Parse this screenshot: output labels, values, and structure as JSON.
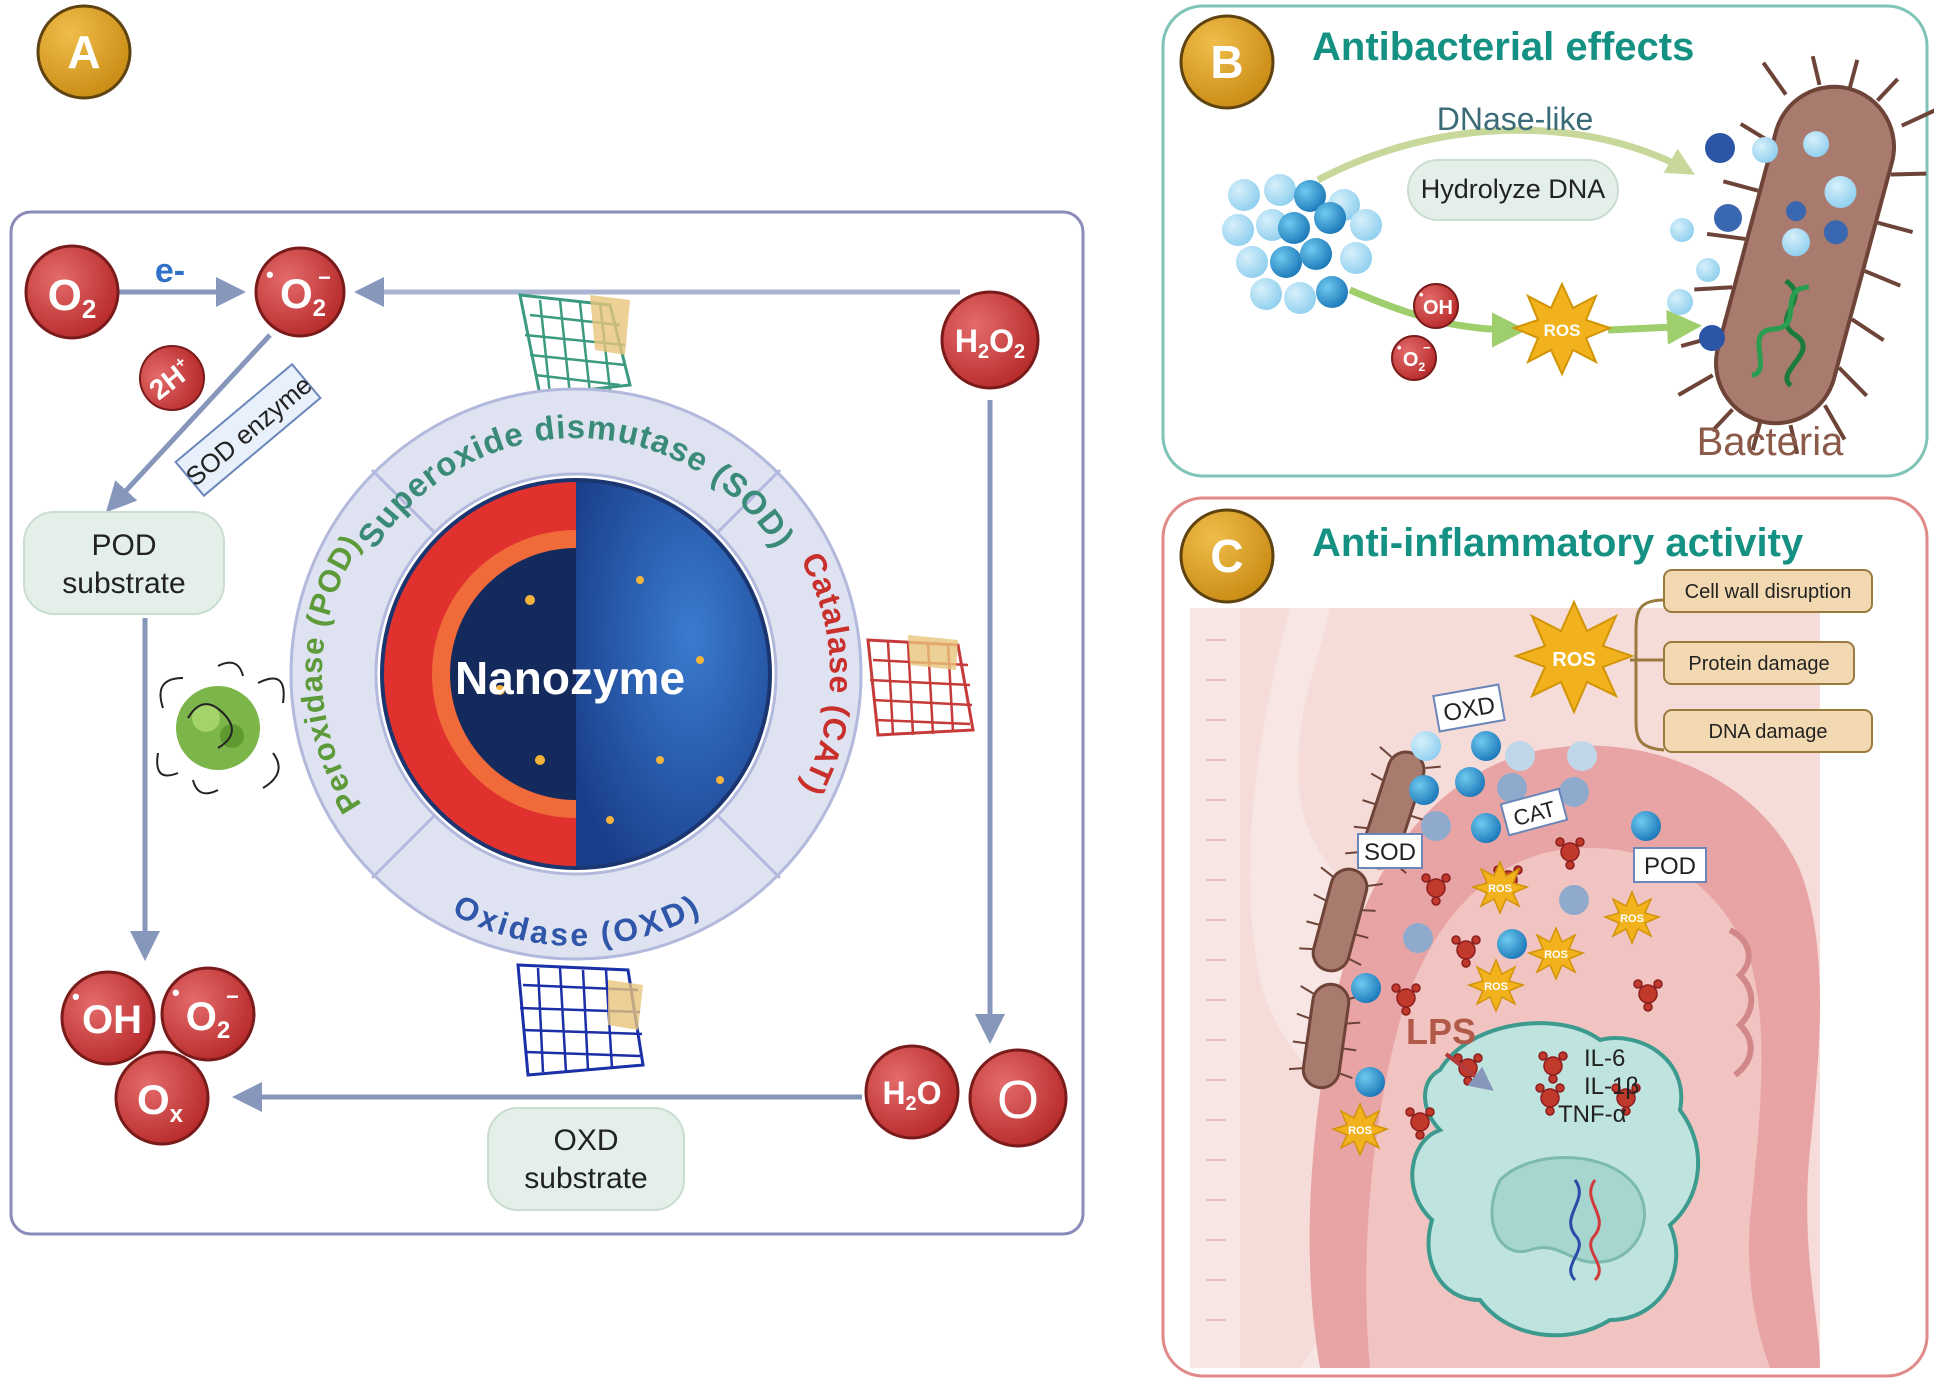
{
  "panel_a": {
    "letter": "A",
    "o2": "O",
    "o2_sub": "2",
    "e_minus": "e-",
    "superoxide": "O",
    "superoxide_sub": "2",
    "superoxide_sup": "−",
    "dot": "•",
    "h2o2_h": "H",
    "h2o2_2a": "2",
    "h2o2_o": "O",
    "h2o2_2b": "2",
    "two_h_plus": "2H",
    "two_h_plus_sup": "+",
    "sod_enzyme_label": "SOD enzyme",
    "pod_substrate_line1": "POD",
    "pod_substrate_line2": "substrate",
    "oh_label": "OH",
    "ox_label": "O",
    "ox_sub": "x",
    "h2o_h": "H",
    "h2o_2": "2",
    "h2o_o": "O",
    "o_radical": "O",
    "oxd_substrate_line1": "OXD",
    "oxd_substrate_line2": "substrate",
    "ring_sod": "Superoxide dismutase (SOD)",
    "ring_cat": "Catalase (CAT)",
    "ring_oxd": "Oxidase (OXD)",
    "ring_pod": "Peroxidase (POD)",
    "nanozyme": "Nanozyme"
  },
  "panel_b": {
    "letter": "B",
    "title": "Antibacterial effects",
    "dnase_like": "DNase-like",
    "hydrolyze_dna": "Hydrolyze DNA",
    "oh_label": "OH",
    "o2_label": "O",
    "o2_sub": "2",
    "o2_sup": "−",
    "dot": "•",
    "ros": "ROS",
    "bacteria": "Bacteria"
  },
  "panel_c": {
    "letter": "C",
    "title": "Anti-inflammatory activity",
    "ros_main": "ROS",
    "effects": [
      "Cell wall disruption",
      "Protein damage",
      "DNA damage"
    ],
    "oxd": "OXD",
    "cat": "CAT",
    "sod": "SOD",
    "pod": "POD",
    "ros_small": "ROS",
    "lps": "LPS",
    "cytokines": [
      "IL-6",
      "IL-1β",
      "TNF-α"
    ]
  },
  "colors": {
    "red_circle": "#c73a3a",
    "gold_badge": "#d9a024",
    "teal_title": "#159184",
    "panel_a_border": "#8a8bb8",
    "panel_b_border": "#7fc4b6",
    "panel_c_border": "#e08a8a",
    "arrow": "#8796bb",
    "ring_fill": "#dfe3f1",
    "sod_text": "#3a8a78",
    "cat_text": "#c9302c",
    "oxd_text": "#2f56a8",
    "pod_text": "#5c9a3a"
  }
}
